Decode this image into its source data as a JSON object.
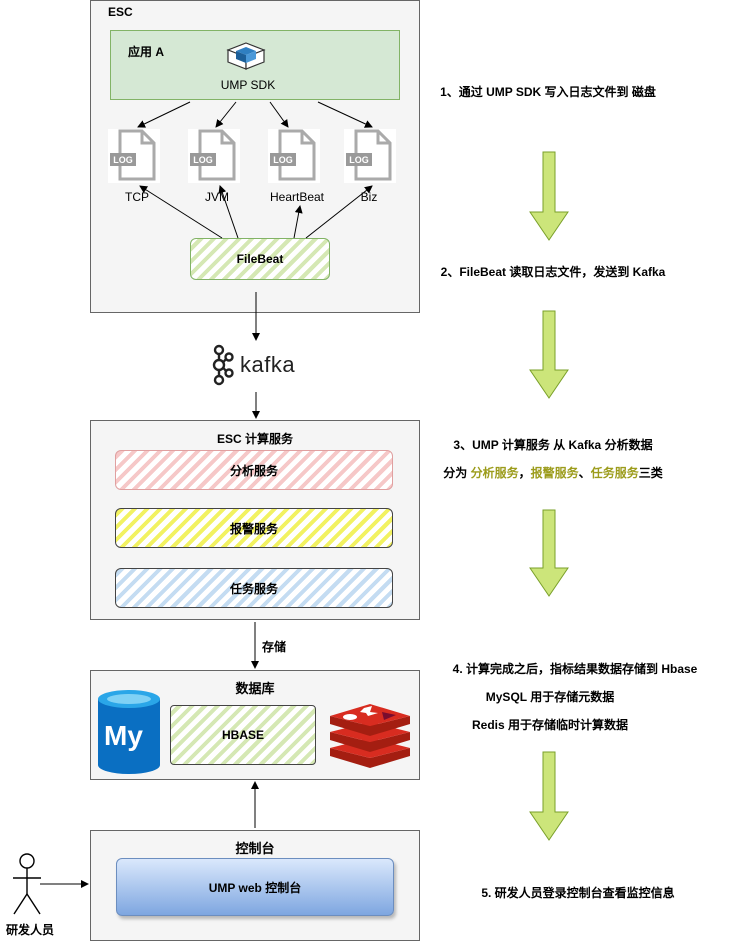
{
  "esc": {
    "title": "ESC",
    "app_title": "应用 A",
    "sdk_label": "UMP SDK",
    "logs": [
      {
        "name": "TCP",
        "badge": "LOG"
      },
      {
        "name": "JVM",
        "badge": "LOG"
      },
      {
        "name": "HeartBeat",
        "badge": "LOG"
      },
      {
        "name": "Biz",
        "badge": "LOG"
      }
    ],
    "filebeat": "FileBeat"
  },
  "kafka": {
    "label": "kafka"
  },
  "compute": {
    "title": "ESC 计算服务",
    "services": [
      "分析服务",
      "报警服务",
      "任务服务"
    ]
  },
  "storage_label": "存储",
  "database": {
    "title": "数据库",
    "hbase": "HBASE",
    "mysql_logo": "My"
  },
  "console": {
    "title": "控制台",
    "button": "UMP web 控制台"
  },
  "actor": {
    "label": "研发人员"
  },
  "steps": {
    "s1": "1、通过 UMP SDK 写入日志文件到 磁盘",
    "s2": "2、FileBeat  读取日志文件，发送到 Kafka",
    "s3": "3、UMP 计算服务 从 Kafka 分析数据",
    "s3b": {
      "prefix": "分为 ",
      "h1": "分析服务",
      "sep1": "，",
      "h2": "报警服务",
      "sep2": "、",
      "h3": "任务服务",
      "suffix": "三类"
    },
    "s4a": "4. 计算完成之后，指标结果数据存储到 Hbase",
    "s4b": "MySQL 用于存储元数据",
    "s4c": "Redis 用于存储临时计算数据",
    "s5": "5. 研发人员登录控制台查看监控信息"
  },
  "colors": {
    "arrow_green": "#cce57a",
    "arrow_green_stroke": "#7aa02a",
    "highlight": "#9c9c1c"
  }
}
